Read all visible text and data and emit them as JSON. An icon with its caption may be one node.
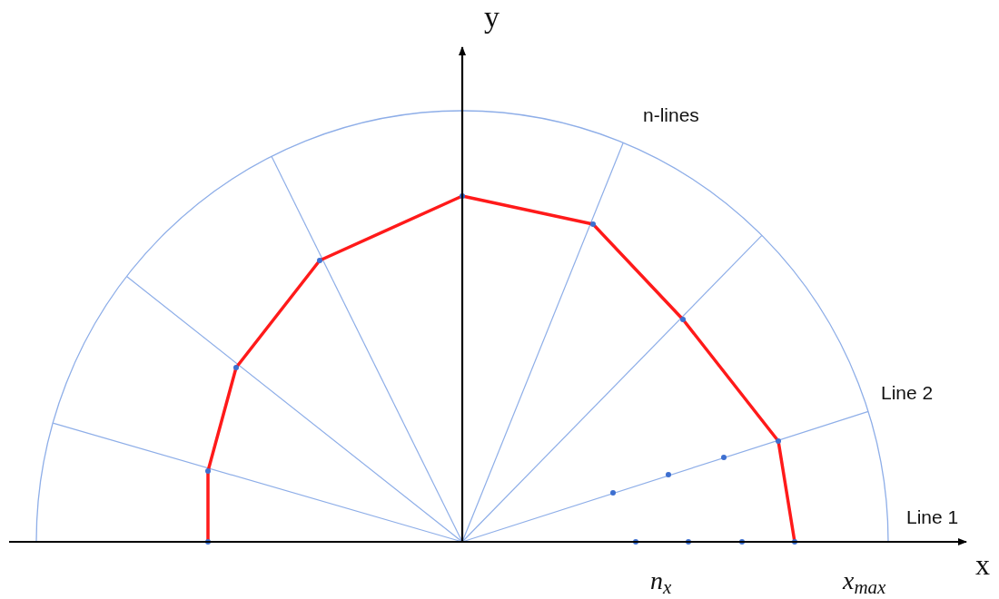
{
  "diagram": {
    "labels": [
      "y",
      "n-lines",
      "Line 2",
      "Line 1",
      "x",
      "n$_{x}$",
      "x$_{max}$"
    ]
  }
}
